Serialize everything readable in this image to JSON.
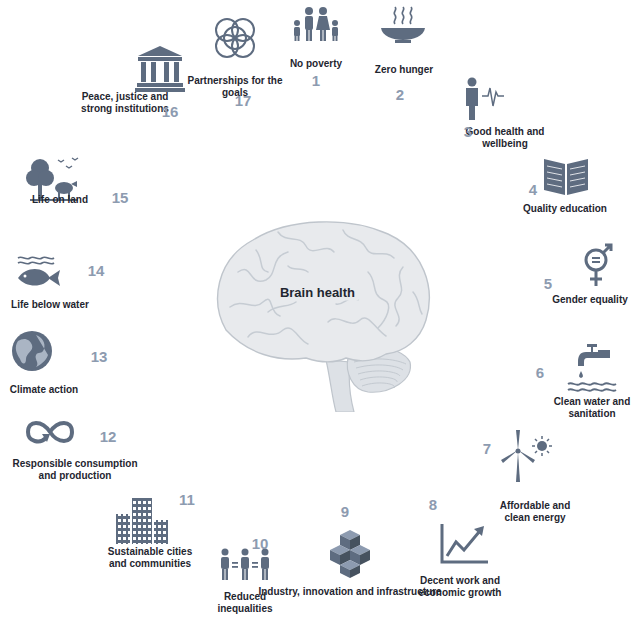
{
  "diagram": {
    "nodes": [
      {
        "text": [
          "Brain health"
        ]
      }
    ],
    "labels": [
      "No poverty",
      "1",
      "Zero hunger",
      "2",
      "Good health and wellbeing",
      "3",
      "Quality education",
      "4",
      "Gender equality",
      "5",
      "Clean water and sanitation",
      "6",
      "Affordable and clean energy",
      "7",
      "Decent work and economic growth",
      "8",
      "Industry, innovation and infrastructure",
      "9",
      "Reduced inequalities",
      "10",
      "Sustainable cities and communities",
      "11",
      "Responsible consumption and production",
      "12",
      "Climate action",
      "13",
      "Life below water",
      "14",
      "Life on land",
      "15",
      "Peace, justice and strong institutions",
      "16",
      "Partnerships for the goals",
      "17"
    ]
  }
}
